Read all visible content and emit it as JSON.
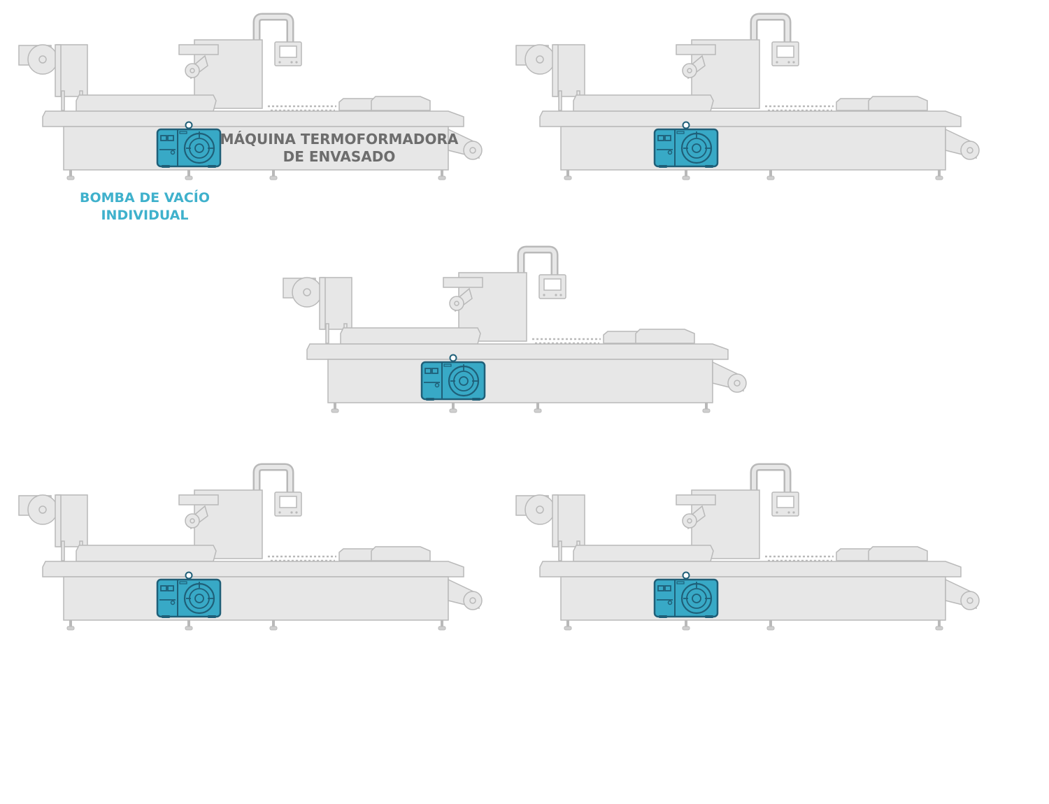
{
  "labels": {
    "machine_line1": "MÁQUINA TERMOFORMADORA",
    "machine_line2": "DE ENVASADO",
    "pump_line1": "BOMBA DE VACÍO",
    "pump_line2": "INDIVIDUAL"
  },
  "colors": {
    "machine_fill": "#e7e7e7",
    "machine_stroke": "#b9b9b9",
    "pump_fill": "#38a9c6",
    "pump_stroke": "#1f5f78",
    "machine_label": "#6d6d6d",
    "pump_label": "#3fb1cc"
  }
}
